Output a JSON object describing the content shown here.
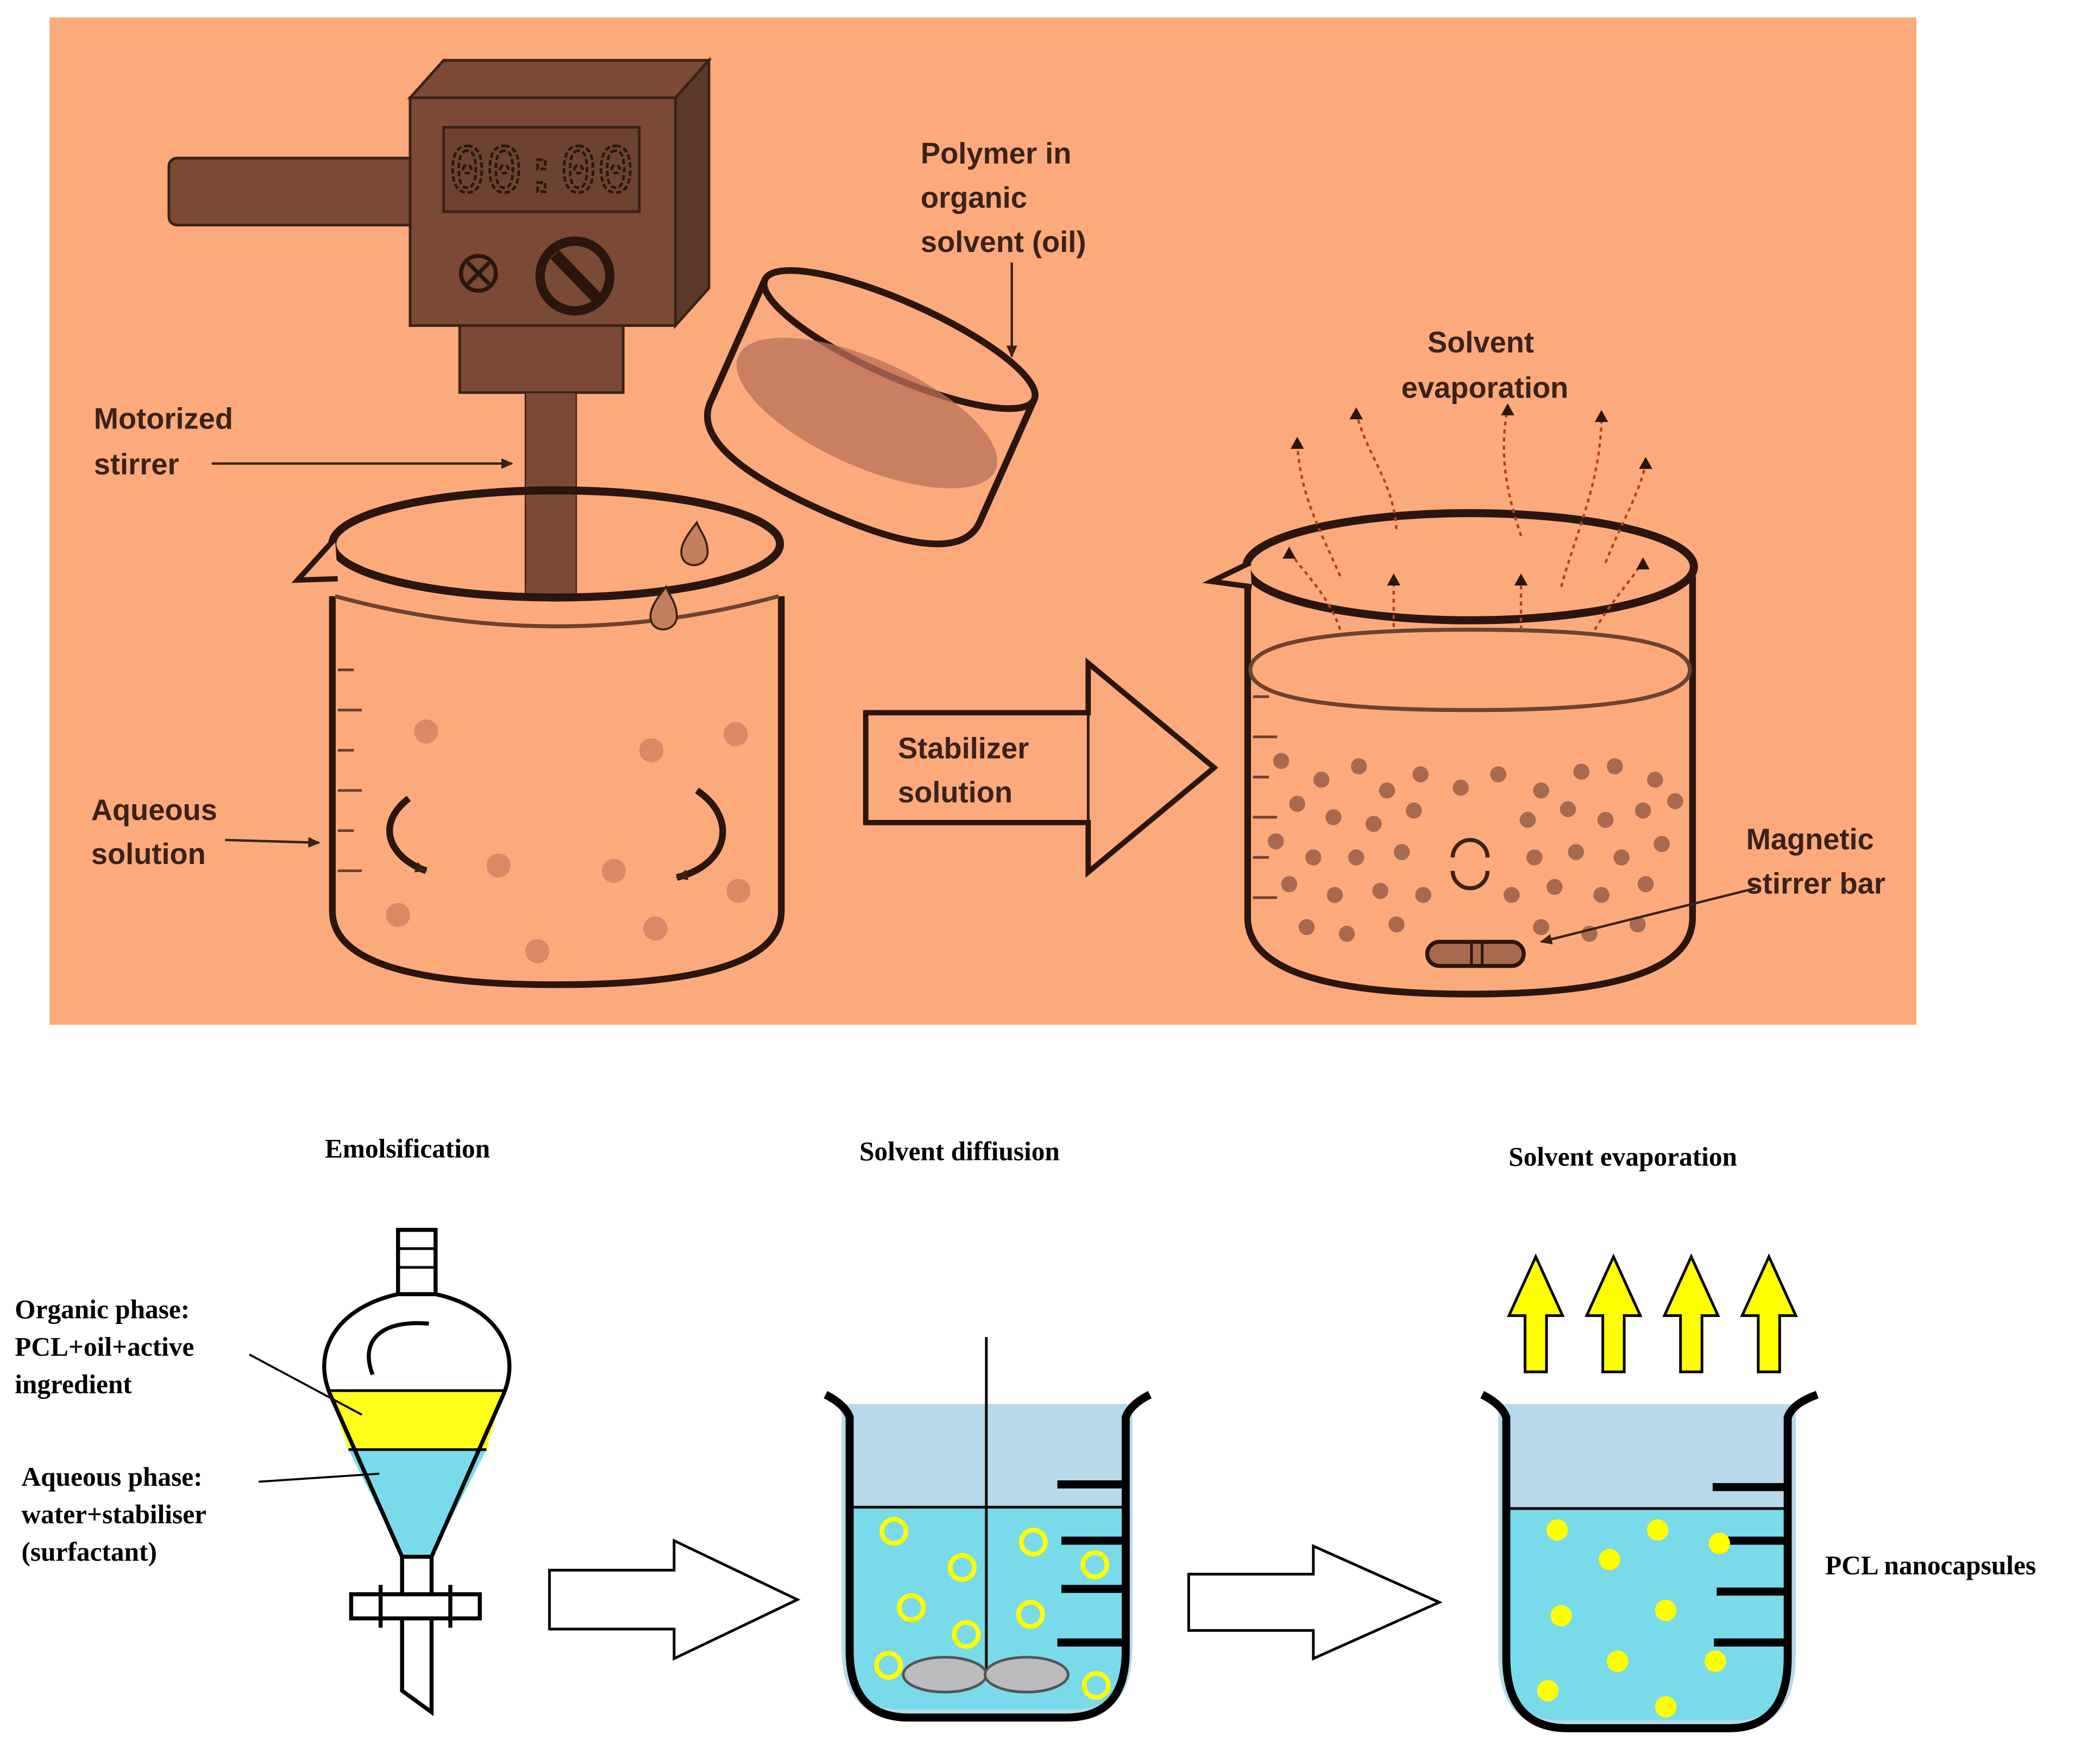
{
  "colors": {
    "top_panel_bg": "#fcaa7c",
    "sketch_dark": "#7a4a36",
    "sketch_line": "#3a2218",
    "yellow_phase": "#ffff1a",
    "aqueous_blue": "#79dbe9",
    "beaker_glass": "#b7d9e9",
    "arrow_yellow": "#ffff00"
  },
  "top_panel": {
    "timer_display": "00:00",
    "labels": {
      "polymer_in_solvent": [
        "Polymer in",
        "organic",
        "solvent (oil)"
      ],
      "motorized_stirrer": [
        "Motorized",
        "stirrer"
      ],
      "aqueous_solution": [
        "Aqueous",
        "solution"
      ],
      "stabilizer_solution": [
        "Stabilizer",
        "solution"
      ],
      "solvent_evaporation": [
        "Solvent",
        "evaporation"
      ],
      "magnetic_stirrer_bar": [
        "Magnetic",
        "stirrer bar"
      ]
    }
  },
  "bottom_panel": {
    "steps": {
      "emulsification": "Emolsification",
      "solvent_diffusion": "Solvent diffiusion",
      "solvent_evaporation": "Solvent evaporation"
    },
    "labels": {
      "organic_phase": [
        "Organic phase:",
        "PCL+oil+active",
        "ingredient"
      ],
      "aqueous_phase": [
        "Aqueous phase:",
        "water+stabiliser",
        "(surfactant)"
      ],
      "pcl_nanocapsules": "PCL nanocapsules"
    }
  }
}
